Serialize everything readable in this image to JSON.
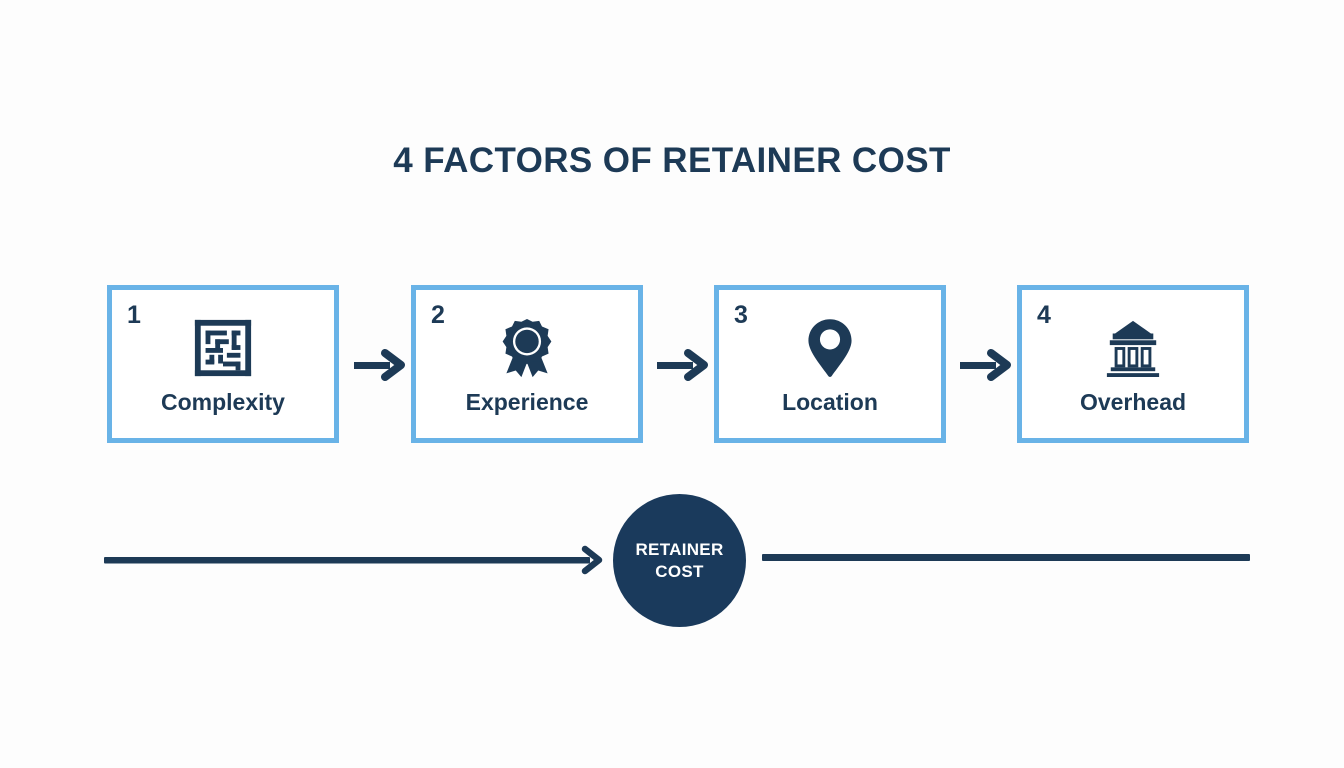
{
  "page": {
    "title": "4 FACTORS OF RETAINER COST",
    "background_color": "#fdfdfd"
  },
  "colors": {
    "navy": "#1d3a56",
    "hub_navy": "#1a3a5c",
    "card_border_blue": "#69b3e7",
    "card_background": "#ffffff",
    "hub_text": "#ffffff"
  },
  "factors": [
    {
      "number": "1",
      "label": "Complexity",
      "icon": "maze-icon"
    },
    {
      "number": "2",
      "label": "Experience",
      "icon": "award-ribbon-icon"
    },
    {
      "number": "3",
      "label": "Location",
      "icon": "map-pin-icon"
    },
    {
      "number": "4",
      "label": "Overhead",
      "icon": "bank-building-icon"
    }
  ],
  "connectors": [
    {
      "icon": "arrow-right-icon"
    },
    {
      "icon": "arrow-right-icon"
    },
    {
      "icon": "arrow-right-icon"
    }
  ],
  "hub": {
    "line1": "RETAINER",
    "line2": "COST"
  },
  "flow": {
    "left_arrow_icon": "arrow-right-icon",
    "right_line_icon": "horizontal-rule"
  }
}
